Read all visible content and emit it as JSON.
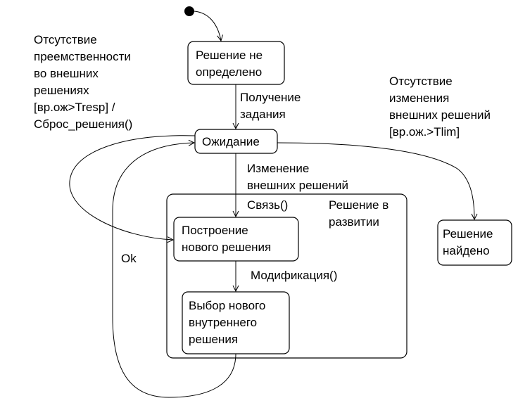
{
  "states": {
    "not_defined": "Решение не\nопределено",
    "waiting": "Ожидание",
    "developing": "Решение в\nразвитии",
    "build_new": "Построение\nнового решения",
    "choose_new": "Выбор нового\nвнутреннего\nрешения",
    "found": "Решение\nнайдено"
  },
  "transitions": {
    "receive_task": "Получение\nзадания",
    "reset": "Отсутствие\nпреемственности\nво внешних\nрешениях\n[вр.ож>Tresp] /\nСброс_решения()",
    "no_change": "Отсутствие\nизменения\nвнешних решений\n[вр.ож.>Tlim]",
    "ext_change": "Изменение\nвнешних решений",
    "link": "Связь()",
    "modify": "Модификация()",
    "ok": "Ok"
  }
}
